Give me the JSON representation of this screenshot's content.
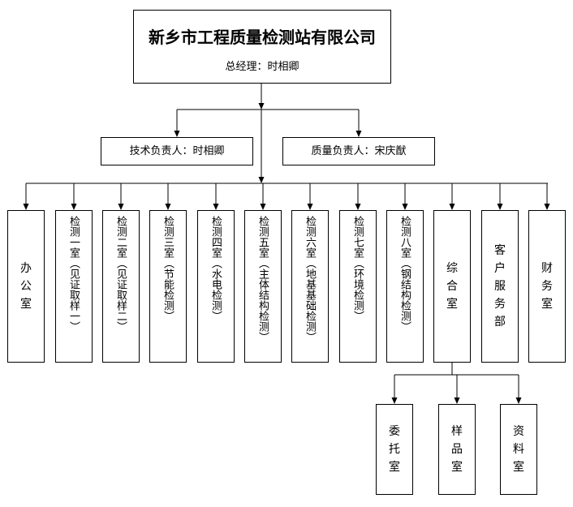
{
  "org": {
    "title": "新乡市工程质量检测站有限公司",
    "general_manager": "总经理：时相卿"
  },
  "officers": {
    "technical": "技术负责人：时相卿",
    "quality": "质量负责人：宋庆猷"
  },
  "departments": [
    "办公室",
    "检测一室（见证取样一）",
    "检测二室（见证取样二）",
    "检测三室（节能检测）",
    "检测四室（水电检测）",
    "检测五室（主体结构检测）",
    "检测六室（地基基础检测）",
    "检测七室（环境检测）",
    "检测八室（钢结构检测）",
    "综合室",
    "客户服务部",
    "财务室"
  ],
  "sub_departments": [
    "委托室",
    "样品室",
    "资料室"
  ]
}
